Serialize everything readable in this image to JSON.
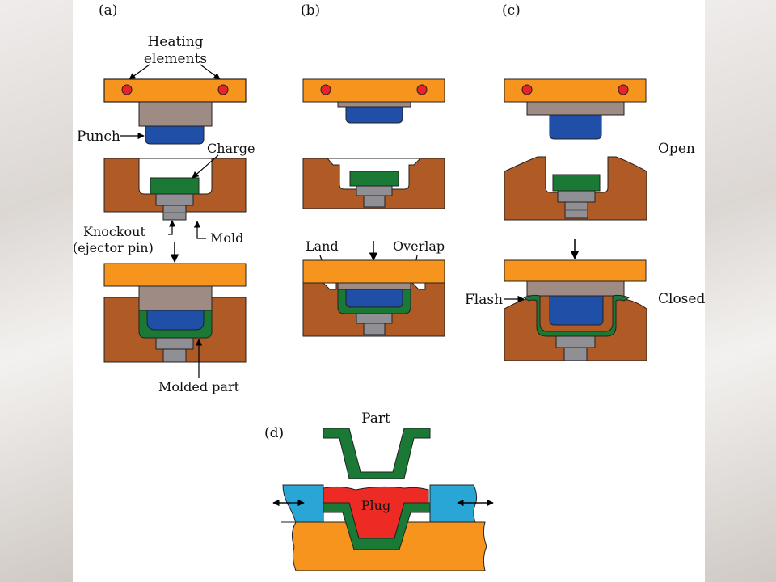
{
  "panels": {
    "a": {
      "tag": "(a)"
    },
    "b": {
      "tag": "(b)"
    },
    "c": {
      "tag": "(c)"
    },
    "d": {
      "tag": "(d)"
    }
  },
  "labels": {
    "heating_line1": "Heating",
    "heating_line2": "elements",
    "punch": "Punch",
    "charge": "Charge",
    "knockout_line1": "Knockout",
    "knockout_line2": "(ejector  pin)",
    "mold": "Mold",
    "molded_part": "Molded  part",
    "land": "Land",
    "overlap": "Overlap",
    "open": "Open",
    "closed": "Closed",
    "flash": "Flash",
    "part": "Part",
    "plug": "Plug"
  },
  "colors": {
    "heater": "#f7941d",
    "heater_dot": "#e8232a",
    "punch_gray": "#9e8b84",
    "punch_blue": "#1f4fa6",
    "charge_green": "#1a7a35",
    "mold_brown": "#b05a25",
    "knockout_gray": "#8f8f94",
    "plug_red": "#ee2a24",
    "clamp_cyan": "#2aa6d6"
  }
}
